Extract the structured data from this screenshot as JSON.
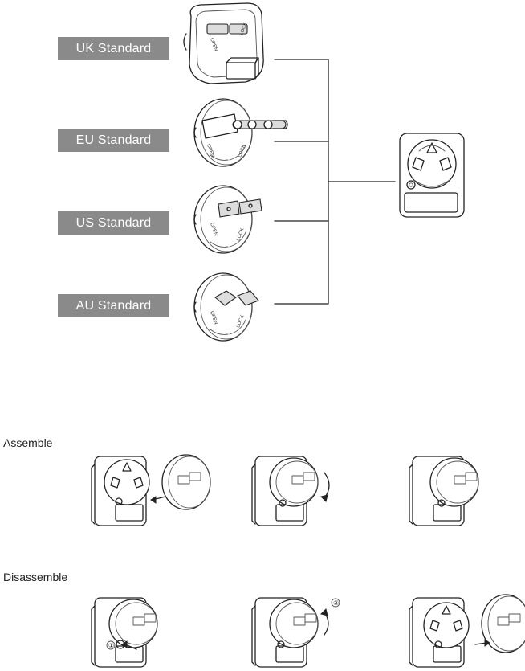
{
  "standards": {
    "uk": "UK Standard",
    "eu": "EU Standard",
    "us": "US Standard",
    "au": "AU Standard"
  },
  "sections": {
    "assemble": "Assemble",
    "disassemble": "Disassemble"
  },
  "plug_markings": {
    "left": "OPEN",
    "right": "LOCK"
  },
  "steps": {
    "one": "①",
    "two": "②"
  },
  "colors": {
    "label_bg": "#8a8a8a",
    "label_text": "#ffffff",
    "line": "#222222"
  }
}
